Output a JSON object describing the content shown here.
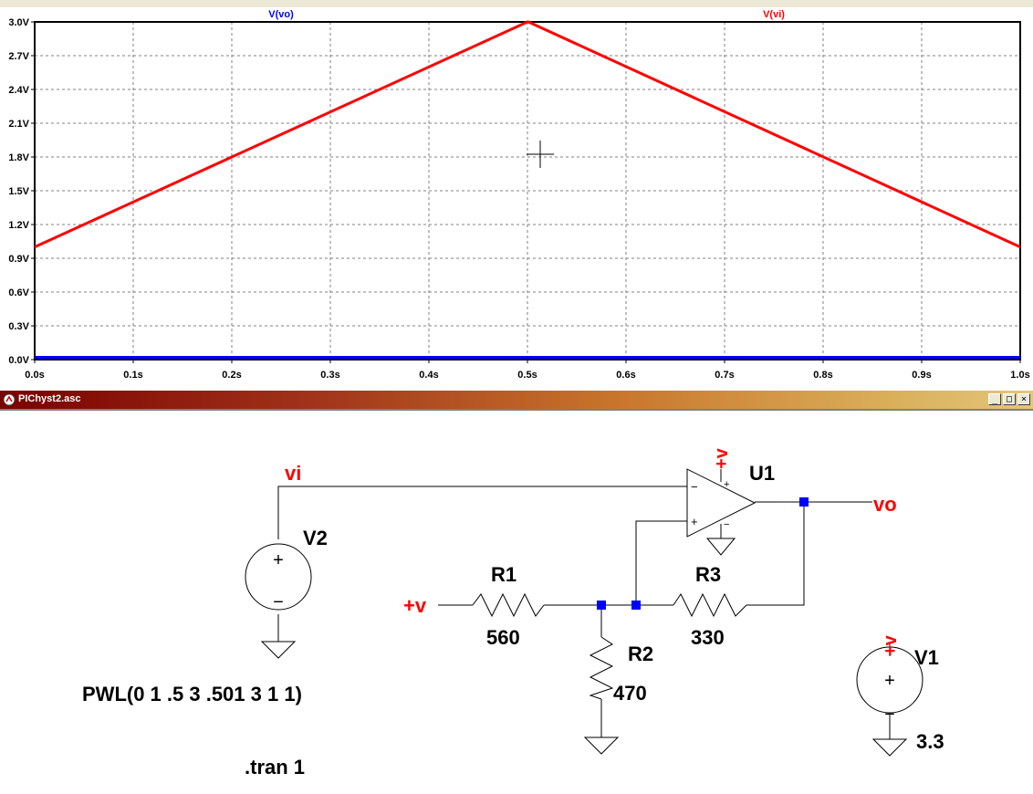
{
  "waveform": {
    "trace_labels": [
      "V(vo)",
      "V(vi)"
    ],
    "trace_colors": {
      "vo": "#0000ff",
      "vi": "#ff0000"
    },
    "cursor_icon": "crosshair-icon"
  },
  "chart_data": {
    "type": "line",
    "xlabel": "",
    "ylabel": "",
    "xlim": [
      0,
      1.0
    ],
    "ylim": [
      0,
      3.0
    ],
    "x_ticks": [
      "0.0s",
      "0.1s",
      "0.2s",
      "0.3s",
      "0.4s",
      "0.5s",
      "0.6s",
      "0.7s",
      "0.8s",
      "0.9s",
      "1.0s"
    ],
    "y_ticks": [
      "0.0V",
      "0.3V",
      "0.6V",
      "0.9V",
      "1.2V",
      "1.5V",
      "1.8V",
      "2.1V",
      "2.4V",
      "2.7V",
      "3.0V"
    ],
    "grid": true,
    "series": [
      {
        "name": "V(vo)",
        "color": "#0000ff",
        "x": [
          0,
          1.0
        ],
        "y": [
          0.02,
          0.02
        ]
      },
      {
        "name": "V(vi)",
        "color": "#ff0000",
        "x": [
          0,
          0.5,
          0.501,
          1.0
        ],
        "y": [
          1,
          3,
          3,
          1
        ]
      }
    ]
  },
  "schematic_window": {
    "title": "PIChyst2.asc",
    "app_icon": "ltspice-schematic-icon",
    "buttons": {
      "minimize": "_",
      "restore": "□",
      "close": "×"
    }
  },
  "schematic": {
    "net_labels": {
      "vi": "vi",
      "vo": "vo",
      "supply_in": "+v",
      "opamp_supply": "+v",
      "v1_supply": "+v"
    },
    "components": {
      "U1": {
        "name": "U1"
      },
      "V2": {
        "name": "V2",
        "value": "PWL(0 1 .5 3 .501 3 1 1)"
      },
      "V1": {
        "name": "V1",
        "value": "3.3"
      },
      "R1": {
        "name": "R1",
        "value": "560"
      },
      "R2": {
        "name": "R2",
        "value": "470"
      },
      "R3": {
        "name": "R3",
        "value": "330"
      }
    },
    "directive": ".tran 1",
    "pin_signs": {
      "plus": "+",
      "minus": "−"
    }
  }
}
